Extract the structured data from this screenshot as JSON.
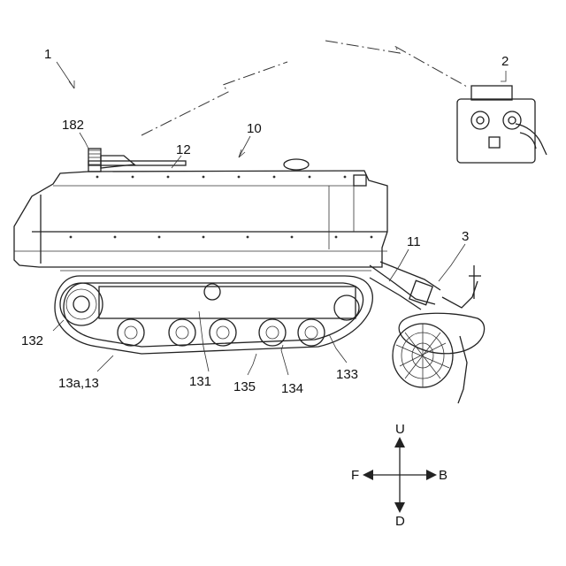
{
  "labels": {
    "robot": "1",
    "controller": "2",
    "attachment": "3",
    "body": "10",
    "joint": "11",
    "cover": "12",
    "crawler": "13a,13",
    "wheel_132": "132",
    "wheel_133": "133",
    "frame_131": "131",
    "roller_134": "134",
    "belt_135": "135",
    "part_182": "182"
  },
  "directions": {
    "up": "U",
    "down": "D",
    "front": "F",
    "back": "B"
  }
}
